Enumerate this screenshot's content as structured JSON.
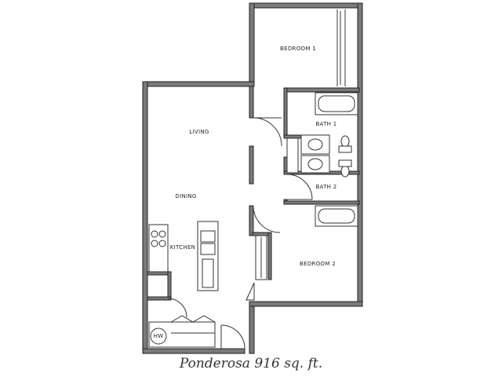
{
  "caption": "Ponderosa 916 sq. ft.",
  "rooms": {
    "bedroom1": "BEDROOM 1",
    "bath1": "BATH 1",
    "living": "LIVING",
    "dining": "DINING",
    "bath2": "BATH 2",
    "kitchen": "KITCHEN",
    "bedroom2": "BEDROOM 2",
    "water_heater": "HW"
  },
  "colors": {
    "wall": "#7a7a7a",
    "line": "#333333"
  }
}
